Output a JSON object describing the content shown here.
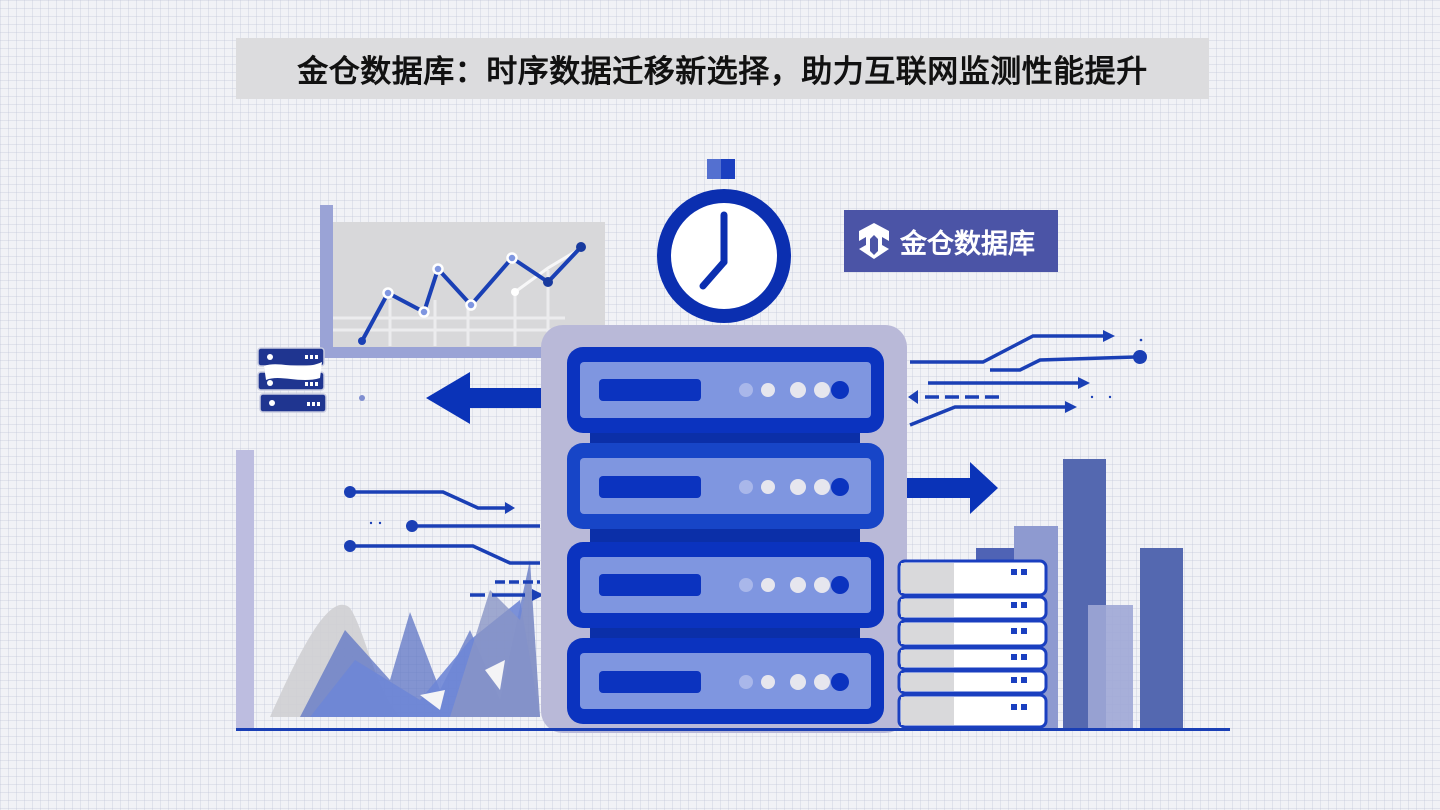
{
  "header": {
    "title": "金仓数据库：时序数据迁移新选择，助力互联网监测性能提升"
  },
  "logo": {
    "text": "金仓数据库",
    "icon": "kingbase-logo-icon",
    "background_color": "#4b54a6"
  },
  "illustration": {
    "stopwatch_time": "7:00",
    "server_stack_units": 4,
    "side_rack_units": 6,
    "colors": {
      "primary_blue": "#0a33b8",
      "light_blue": "#7f96e0",
      "lavender": "#b9b9d8",
      "slate_blue": "#5a6aad",
      "grey_panel": "#dadadc"
    }
  }
}
